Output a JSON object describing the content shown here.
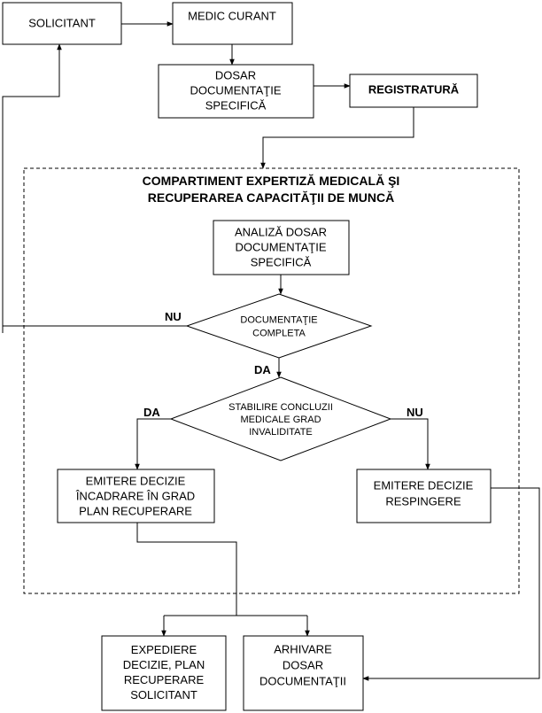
{
  "nodes": {
    "solicitant": [
      "SOLICITANT"
    ],
    "medic": [
      "MEDIC CURANT"
    ],
    "dosar": [
      "DOSAR",
      "DOCUMENTAŢIE",
      "SPECIFICĂ"
    ],
    "registratura": [
      "REGISTRATURĂ"
    ],
    "analiza": [
      "ANALIZĂ DOSAR",
      "DOCUMENTAŢIE",
      "SPECIFICĂ"
    ],
    "documentatie": [
      "DOCUMENTAŢIE",
      "COMPLETA"
    ],
    "stabilire": [
      "STABILIRE CONCLUZII",
      "MEDICALE GRAD",
      "INVALIDITATE"
    ],
    "incadrare": [
      "EMITERE DECIZIE",
      "ÎNCADRARE ÎN GRAD",
      "PLAN RECUPERARE"
    ],
    "respingere": [
      "EMITERE DECIZIE",
      "RESPINGERE"
    ],
    "expediere": [
      "EXPEDIERE",
      "DECIZIE, PLAN",
      "RECUPERARE",
      "SOLICITANT"
    ],
    "arhivare": [
      "ARHIVARE",
      "DOSAR",
      "DOCUMENTAŢII"
    ]
  },
  "compartment": {
    "title_line1": "COMPARTIMENT EXPERTIZĂ MEDICALĂ ŞI",
    "title_line2": "RECUPERAREA CAPACITĂŢII DE MUNCĂ"
  },
  "edge_labels": {
    "nu_documentatie": "NU",
    "da_documentatie": "DA",
    "da_stabilire": "DA",
    "nu_stabilire": "NU"
  }
}
